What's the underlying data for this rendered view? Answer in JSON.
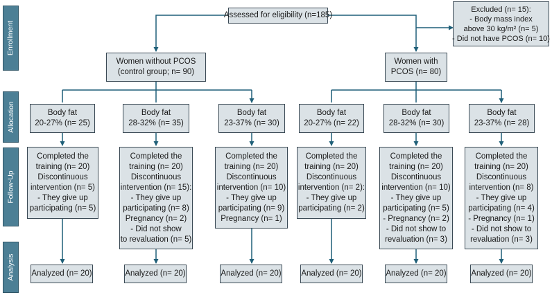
{
  "stages": [
    "Enrollment",
    "Allocation",
    "Follow-Up",
    "Analysis"
  ],
  "assessed": "Assessed for eligibility (n=185)",
  "excluded": [
    "Excluded (n= 15):",
    "- Body mass index",
    "above 30 kg/m² (n= 5)",
    "- Did not have PCOS (n= 10)"
  ],
  "group_control": [
    "Women without PCOS",
    "(control group; n= 90)"
  ],
  "group_pcos": [
    "Women with",
    "PCOS (n= 80)"
  ],
  "allocation": [
    [
      "Body fat",
      "20-27% (n= 25)"
    ],
    [
      "Body fat",
      "28-32% (n= 35)"
    ],
    [
      "Body fat",
      "23-37% (n= 30)"
    ],
    [
      "Body fat",
      "20-27% (n= 22)"
    ],
    [
      "Body fat",
      "28-32% (n= 30)"
    ],
    [
      "Body fat",
      "23-37% (n= 28)"
    ]
  ],
  "followup": [
    [
      "Completed the",
      "training (n= 20)",
      "Discontinuous",
      "intervention (n= 5)",
      "- They give up",
      "participating (n= 5)"
    ],
    [
      "Completed the",
      "training (n= 20)",
      "Discontinuous",
      "intervention (n= 15):",
      "- They give up",
      "participating (n= 8)",
      "Pregnancy (n= 2)",
      "- Did not show",
      "to revaluation (n= 5)"
    ],
    [
      "Completed the",
      "training (n= 20)",
      "Discontinuous",
      "intervention (n= 10)",
      "- They give up",
      "participating (n= 9)",
      "Pregnancy (n= 1)"
    ],
    [
      "Completed the",
      "training (n= 20)",
      "Discontinuous",
      "intervention (n= 2):",
      "- They give up",
      "participating (n= 2)"
    ],
    [
      "Completed the",
      "training (n= 20)",
      "Discontinuous",
      "intervention (n= 10)",
      "- They give up",
      "participating (n= 5)",
      "- Pregnancy (n= 2)",
      "- Did not show to",
      "revaluation (n= 3)"
    ],
    [
      "Completed the",
      "training (n= 20)",
      "Discontinuous",
      "intervention (n= 8)",
      "- They give up",
      "participating (n= 4)",
      "- Pregnancy (n= 1)",
      "- Did not show to",
      "revaluation (n= 3)"
    ]
  ],
  "analyzed": [
    "Analyzed (n= 20)",
    "Analyzed (n= 20)",
    "Analyzed (n= 20)",
    "Analyzed (n= 20)",
    "Analyzed (n= 20)",
    "Analyzed (n= 20)"
  ]
}
